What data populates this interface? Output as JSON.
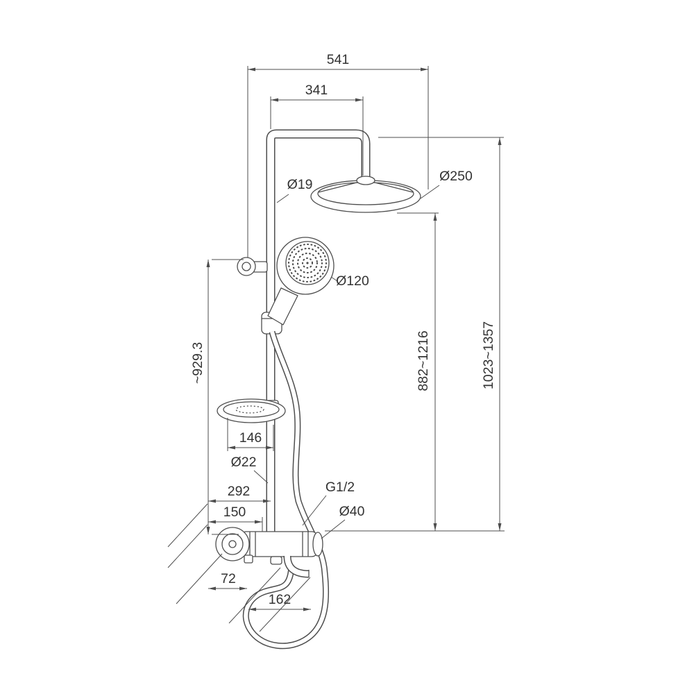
{
  "drawing": {
    "type": "technical-dimension-drawing",
    "subject": "thermostatic shower column with overhead shower, hand shower, soap dish and mixer",
    "stroke_color": "#4d4d4d",
    "text_color": "#333333",
    "background_color": "#ffffff",
    "labels": {
      "width_overall": "541",
      "arm_projection": "341",
      "pipe_dia": "Ø19",
      "head_dia": "Ø250",
      "handshower_dia": "Ø120",
      "rail_length": "~929.3",
      "height_inner": "882~1216",
      "height_overall": "1023~1357",
      "soapdish_width": "146",
      "rail_dia": "Ø22",
      "depth_overall": "292",
      "thread": "G1/2",
      "depth_mid": "150",
      "body_dia": "Ø40",
      "depth_small": "72",
      "spout_reach": "162"
    }
  }
}
